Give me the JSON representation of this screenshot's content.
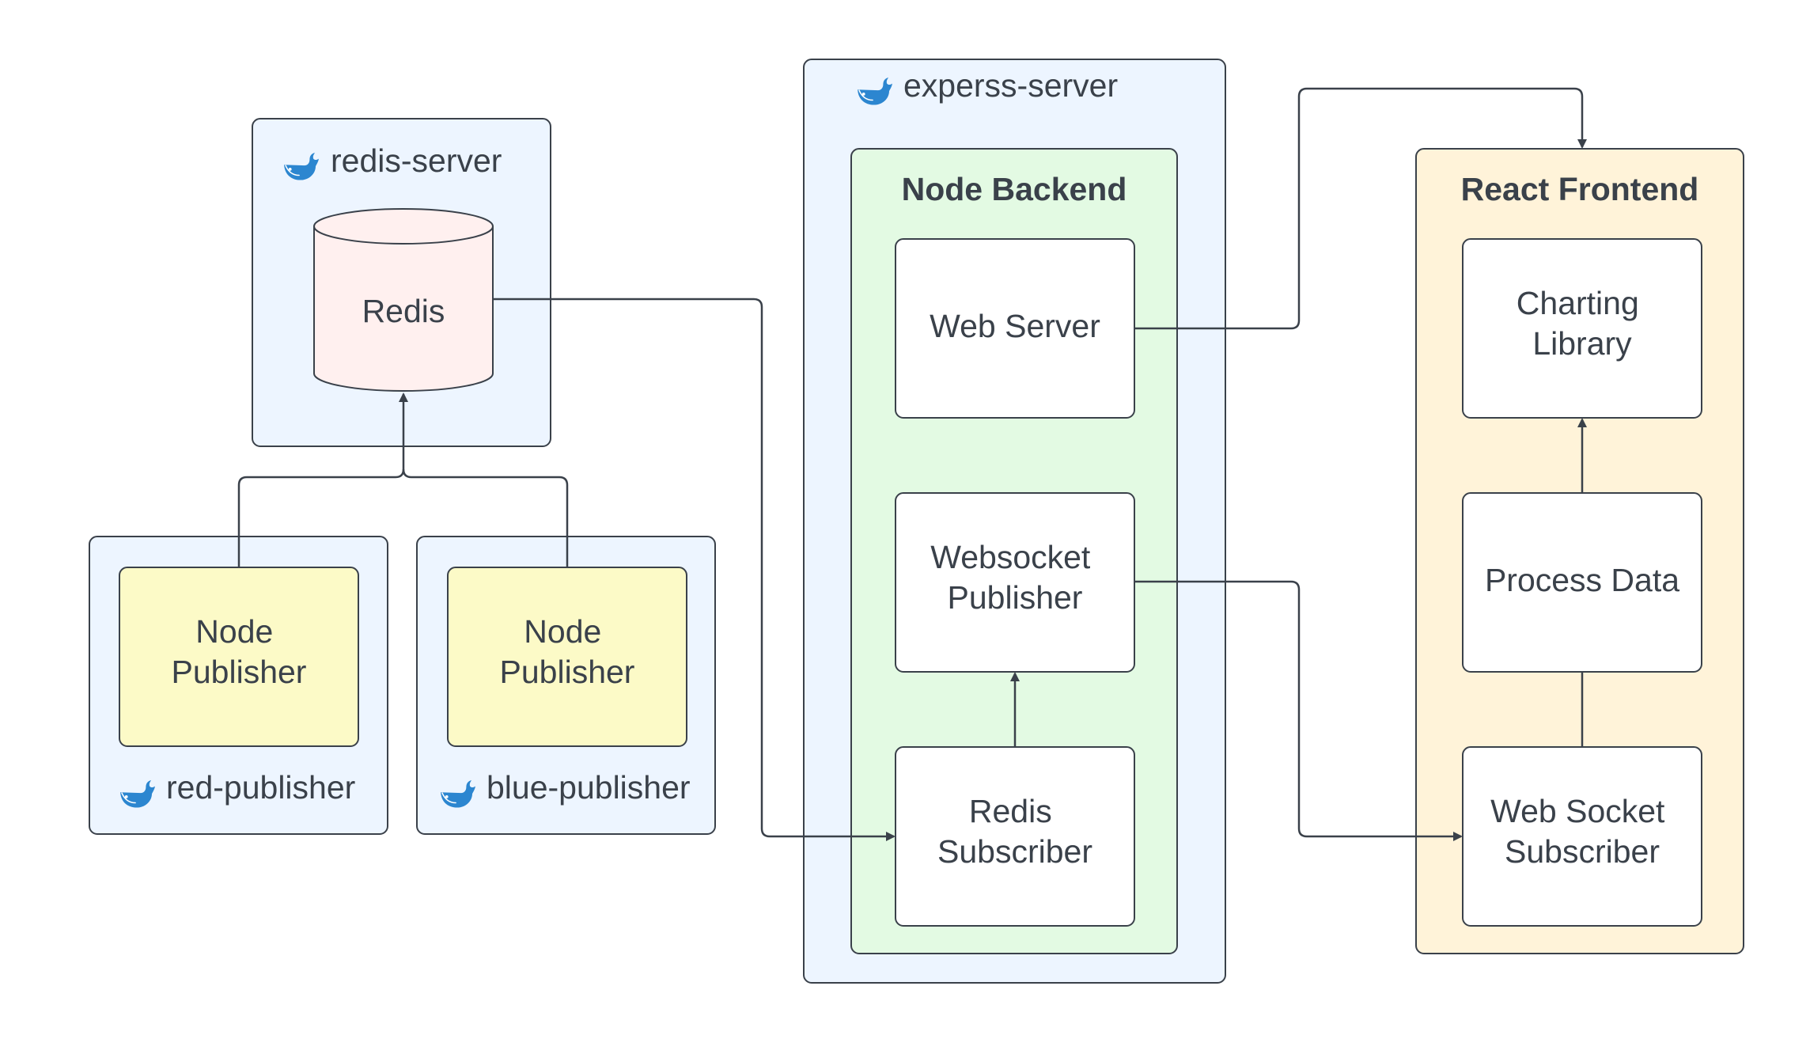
{
  "containers": {
    "redis_server": "redis-server",
    "red_publisher": "red-publisher",
    "blue_publisher": "blue-publisher",
    "express_server": "experss-server"
  },
  "groups": {
    "node_backend": "Node Backend",
    "react_frontend": "React Frontend"
  },
  "nodes": {
    "redis": "Redis",
    "red_node_publisher": [
      "Node",
      "Publisher"
    ],
    "blue_node_publisher": [
      "Node",
      "Publisher"
    ],
    "web_server": "Web Server",
    "websocket_publisher": [
      "Websocket",
      "Publisher"
    ],
    "redis_subscriber": [
      "Redis",
      "Subscriber"
    ],
    "charting_library": [
      "Charting",
      "Library"
    ],
    "process_data": "Process Data",
    "web_socket_subscriber": [
      "Web Socket",
      "Subscriber"
    ]
  },
  "icons": {
    "container_icon": "docker-whale-icon"
  },
  "colors": {
    "container_fill": "#edf5ff",
    "container_stroke": "#3a414a",
    "node_backend_fill": "#e3fae3",
    "react_frontend_fill": "#fff3d9",
    "publisher_fill": "#fcfac7",
    "redis_fill": "#fff0ef",
    "node_fill": "#ffffff",
    "text": "#3a414a",
    "whale": "#2c86d0"
  }
}
